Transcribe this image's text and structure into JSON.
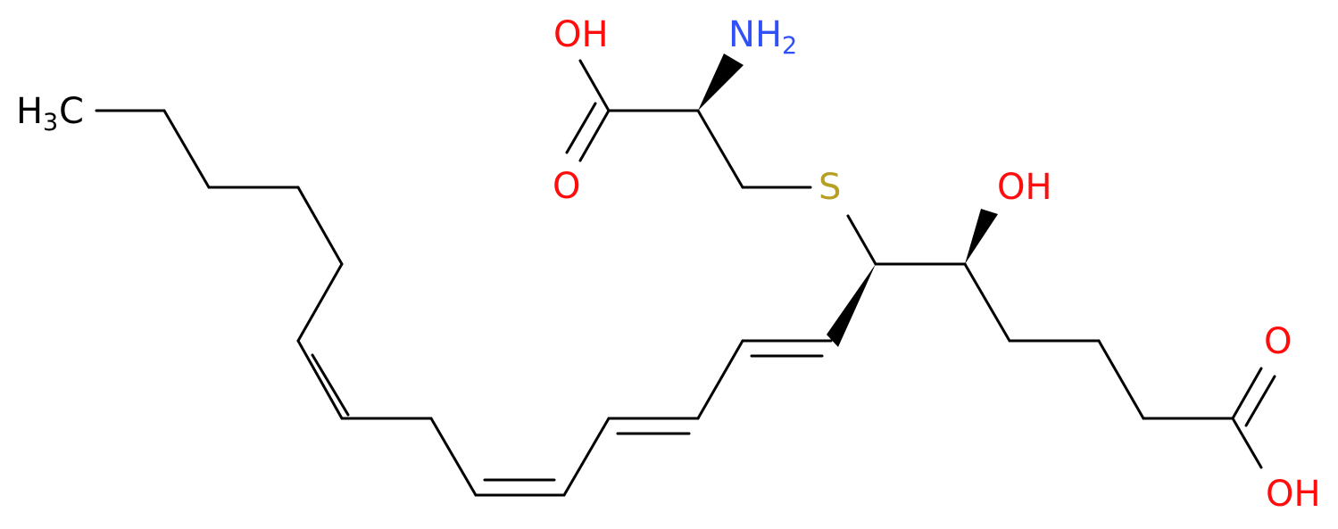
{
  "colors": {
    "bond": "#000000",
    "oxygen": "#ff0d0d",
    "nitrogen": "#3050f8",
    "sulfur": "#b5a024",
    "carbon_label": "#000000",
    "background": "#ffffff"
  },
  "labels": {
    "cys_acid_oh": "OH",
    "cys_acid_o": "O",
    "amine_n": "N",
    "amine_h": "H",
    "amine_sub": "2",
    "thioether_s": "S",
    "hydroxyl": "OH",
    "methyl_h": "H",
    "methyl_sub": "3",
    "methyl_c": "C",
    "acid_o": "O",
    "acid_oh": "OH"
  }
}
